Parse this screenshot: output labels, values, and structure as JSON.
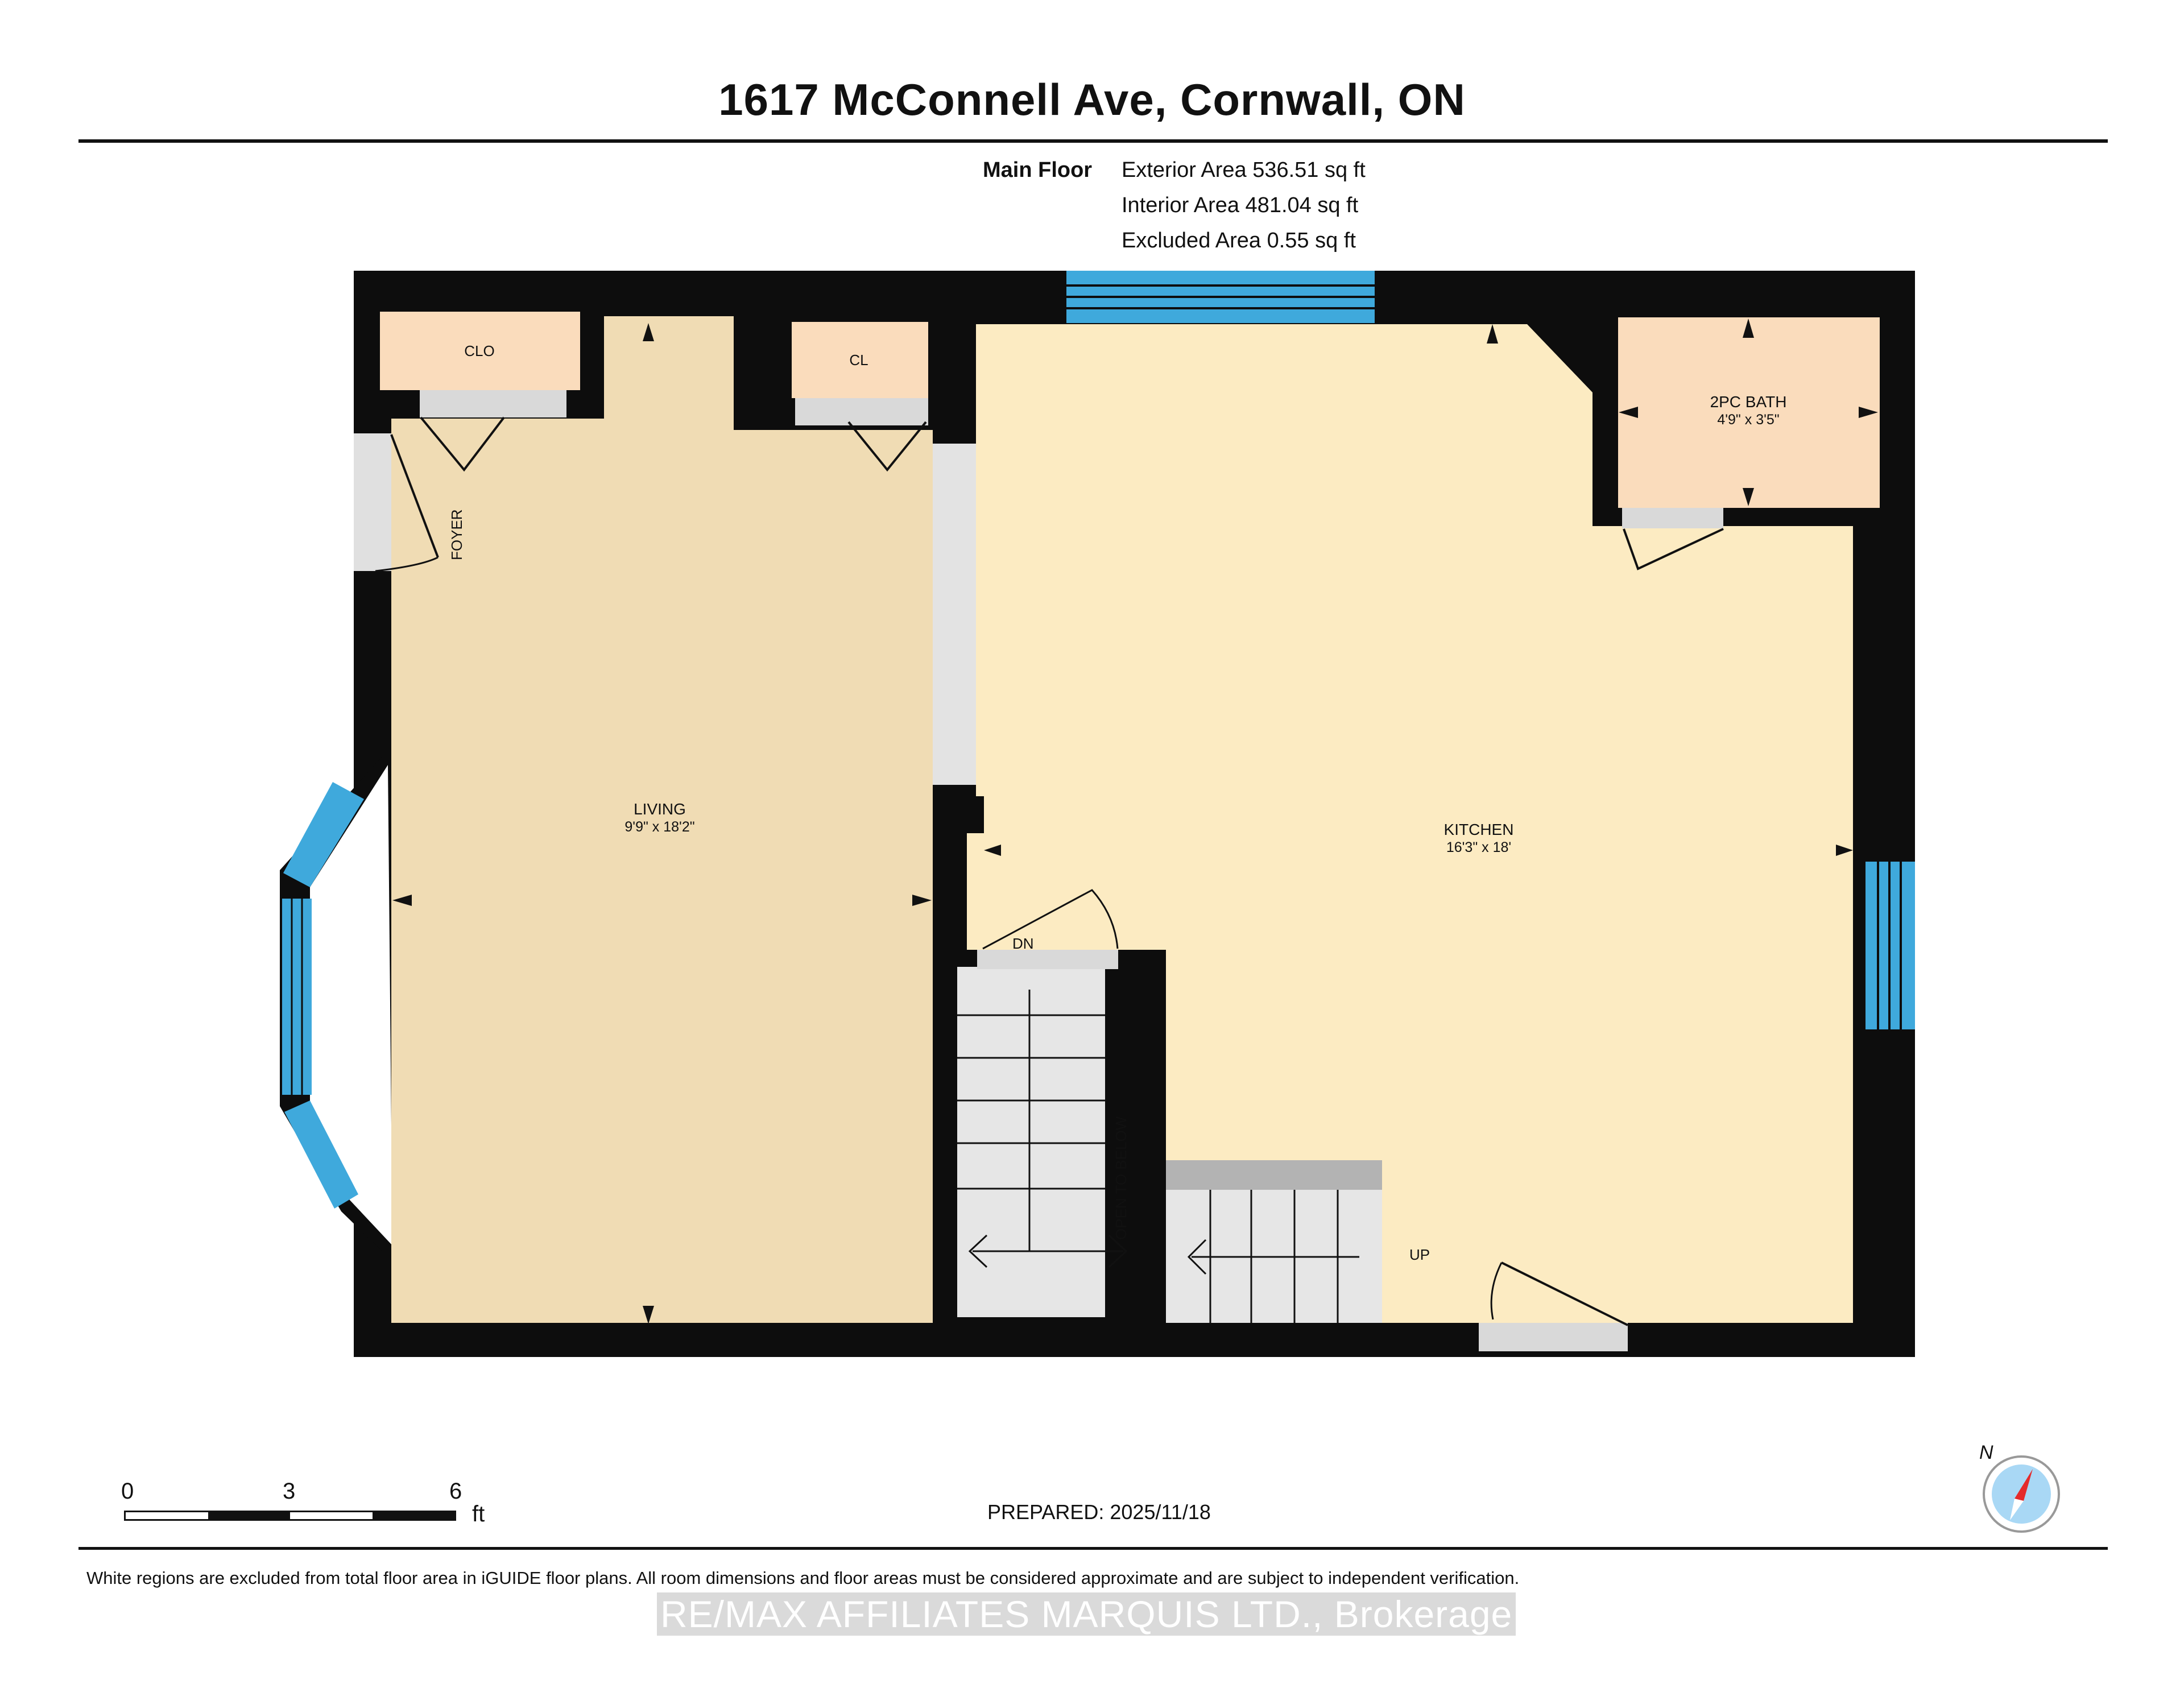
{
  "title": "1617 McConnell Ave, Cornwall, ON",
  "floor": {
    "name": "Main Floor",
    "exterior_area": "Exterior Area 536.51 sq ft",
    "interior_area": "Interior Area 481.04 sq ft",
    "excluded_area": "Excluded Area 0.55 sq ft"
  },
  "rooms": {
    "clo": "CLO",
    "cl": "CL",
    "foyer": "FOYER",
    "living": {
      "name": "LIVING",
      "dims": "9'9\" x 18'2\""
    },
    "kitchen": {
      "name": "KITCHEN",
      "dims": "16'3\" x 18'"
    },
    "bath": {
      "name": "2PC BATH",
      "dims": "4'9\" x 3'5\""
    },
    "stairs_down": "DN",
    "stairs_up": "UP",
    "open_to_below": "OPEN TO BELOW"
  },
  "scale": {
    "ticks": [
      "0",
      "3",
      "6"
    ],
    "unit": "ft"
  },
  "compass": {
    "label": "N"
  },
  "prepared": "PREPARED: 2025/11/18",
  "disclaimer": "White regions are excluded from total floor area in iGUIDE floor plans. All room dimensions and floor areas must be considered approximate and are subject to independent verification.",
  "watermark": "RE/MAX AFFILIATES MARQUIS LTD., Brokerage",
  "colors": {
    "wall": "#0d0d0d",
    "living_floor": "#f0dcb4",
    "kitchen_floor": "#fcebc2",
    "closet_floor": "#fadcbc",
    "window": "#3fa9dc",
    "door_threshold": "#d9d9d9",
    "stairs": "#e6e6e6"
  }
}
